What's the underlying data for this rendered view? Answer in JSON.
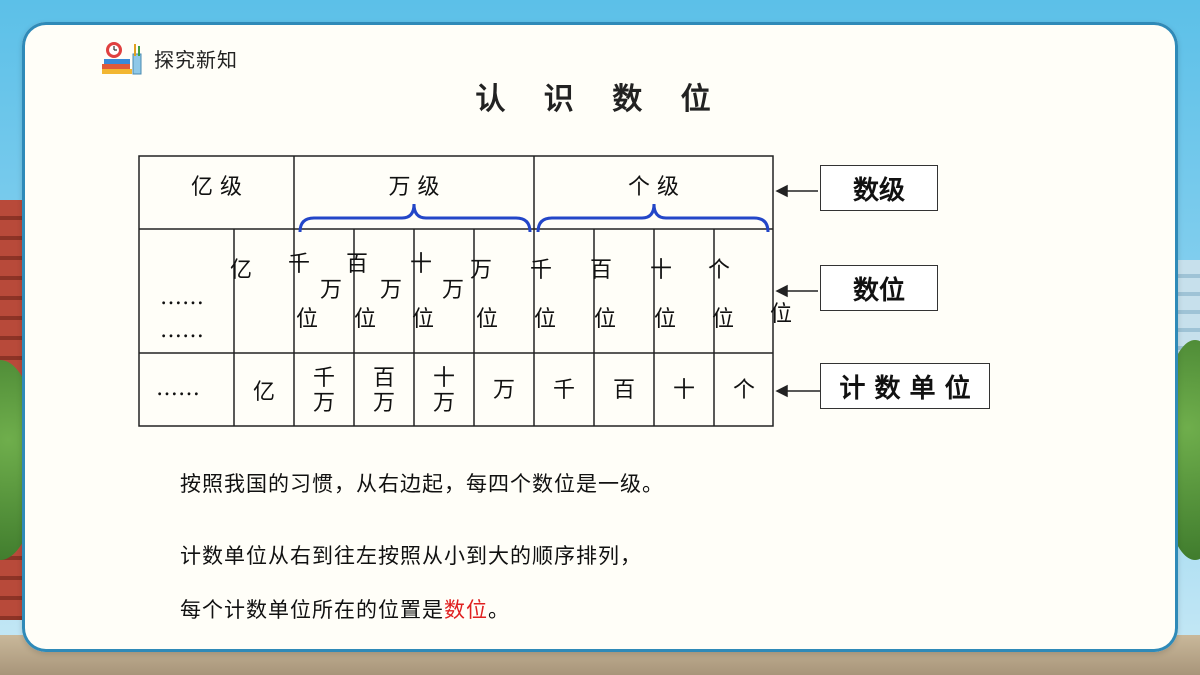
{
  "section": {
    "label": "探究新知",
    "icon": "school-supplies-icon"
  },
  "title": "认 识 数 位",
  "table": {
    "levels": {
      "yi": "亿  级",
      "wan": "万  级",
      "ge": "个  级"
    },
    "digits": {
      "ellipsis": "……",
      "yi": "亿",
      "qianwan": {
        "a": "千",
        "b": "万",
        "c": "位"
      },
      "baiwan": {
        "a": "百",
        "b": "万",
        "c": "位"
      },
      "shiwan": {
        "a": "十",
        "b": "万",
        "c": "位"
      },
      "wan": {
        "a": "万",
        "c": "位"
      },
      "qian": {
        "a": "千",
        "c": "位"
      },
      "bai": {
        "a": "百",
        "c": "位"
      },
      "shi": {
        "a": "十",
        "c": "位"
      },
      "ge": {
        "a": "个",
        "c": "位"
      },
      "extra": "位"
    },
    "units": {
      "ellipsis": "……",
      "yi": "亿",
      "qianwan": {
        "a": "千",
        "b": "万"
      },
      "baiwan": {
        "a": "百",
        "b": "万"
      },
      "shiwan": {
        "a": "十",
        "b": "万"
      },
      "wan": "万",
      "qian": "千",
      "bai": "百",
      "shi": "十",
      "ge": "个"
    }
  },
  "labels": {
    "levels": "数级",
    "digits": "数位",
    "units": "计 数 单 位"
  },
  "text": {
    "line1": "按照我国的习惯，从右边起，每四个数位是一级。",
    "line2": "计数单位从右到往左按照从小到大的顺序排列，",
    "line3_prefix": "每个计数单位所在的位置是",
    "line3_highlight": "数位",
    "line3_suffix": "。"
  },
  "colors": {
    "brace": "#2346c8",
    "highlight": "#e02020",
    "card_border": "#2f8ab8"
  }
}
